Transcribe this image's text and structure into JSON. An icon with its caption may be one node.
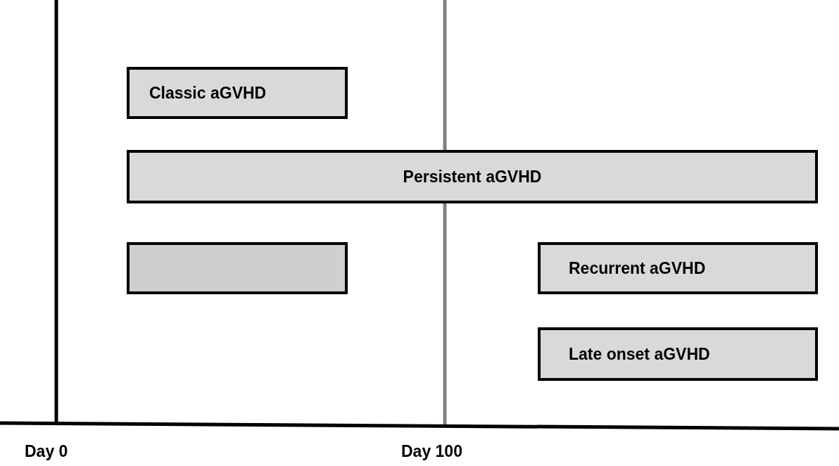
{
  "diagram": {
    "nodes": [
      {
        "text": [
          "Classic aGVHD"
        ]
      },
      {
        "text": [
          "Persistent aGVHD"
        ]
      },
      {
        "text": [],
        "shape": "box"
      },
      {
        "text": [
          "Recurrent aGVHD"
        ]
      },
      {
        "text": [
          "Late onset aGVHD"
        ]
      }
    ],
    "labels": [
      "Day 0",
      "Day 100"
    ]
  }
}
